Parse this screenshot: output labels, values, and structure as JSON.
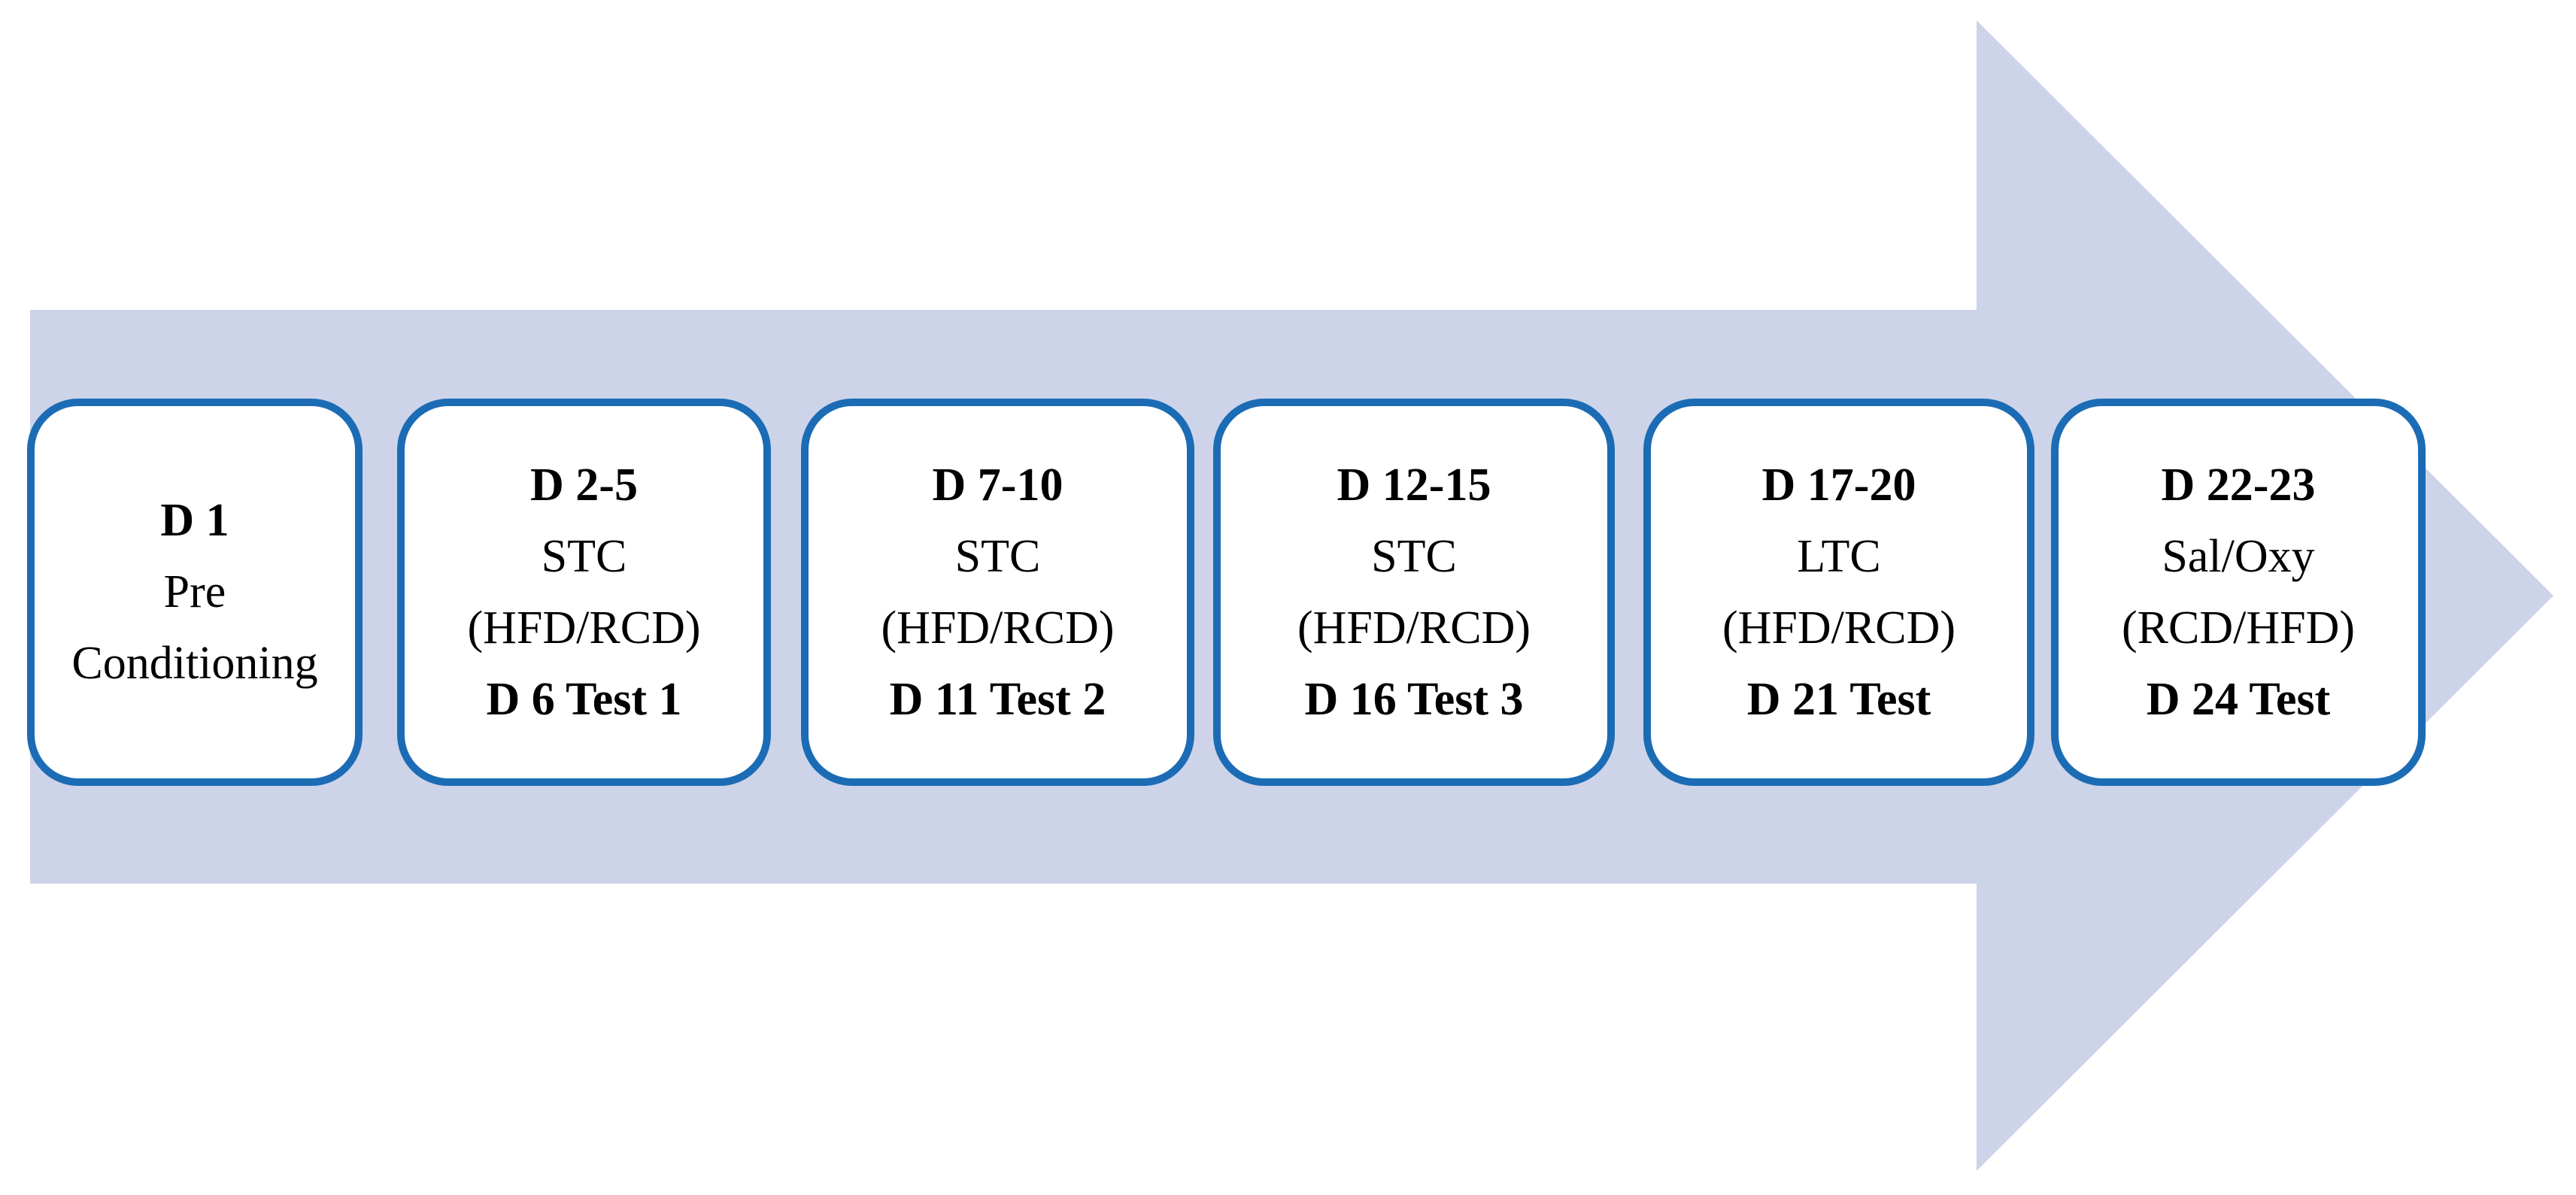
{
  "figure": {
    "description": "Experimental timeline block arrow diagram",
    "colors": {
      "arrow_fill": "#CDD4E9",
      "box_border": "#1B6CB5",
      "box_fill": "#FFFFFF",
      "text": "#000000"
    },
    "stages": [
      {
        "line1": "D 1",
        "line2": "Pre",
        "line3": "Conditioning"
      },
      {
        "line1": "D 2-5",
        "line2": "STC",
        "line3": "(HFD/RCD)",
        "line4": "D 6 Test 1"
      },
      {
        "line1": "D 7-10",
        "line2": "STC",
        "line3": "(HFD/RCD)",
        "line4": "D 11 Test 2"
      },
      {
        "line1": "D 12-15",
        "line2": "STC",
        "line3": "(HFD/RCD)",
        "line4": "D 16 Test 3"
      },
      {
        "line1": "D 17-20",
        "line2": "LTC",
        "line3": "(HFD/RCD)",
        "line4": "D 21 Test"
      },
      {
        "line1": "D 22-23",
        "line2": "Sal/Oxy",
        "line3": "(RCD/HFD)",
        "line4": "D 24 Test"
      }
    ]
  }
}
